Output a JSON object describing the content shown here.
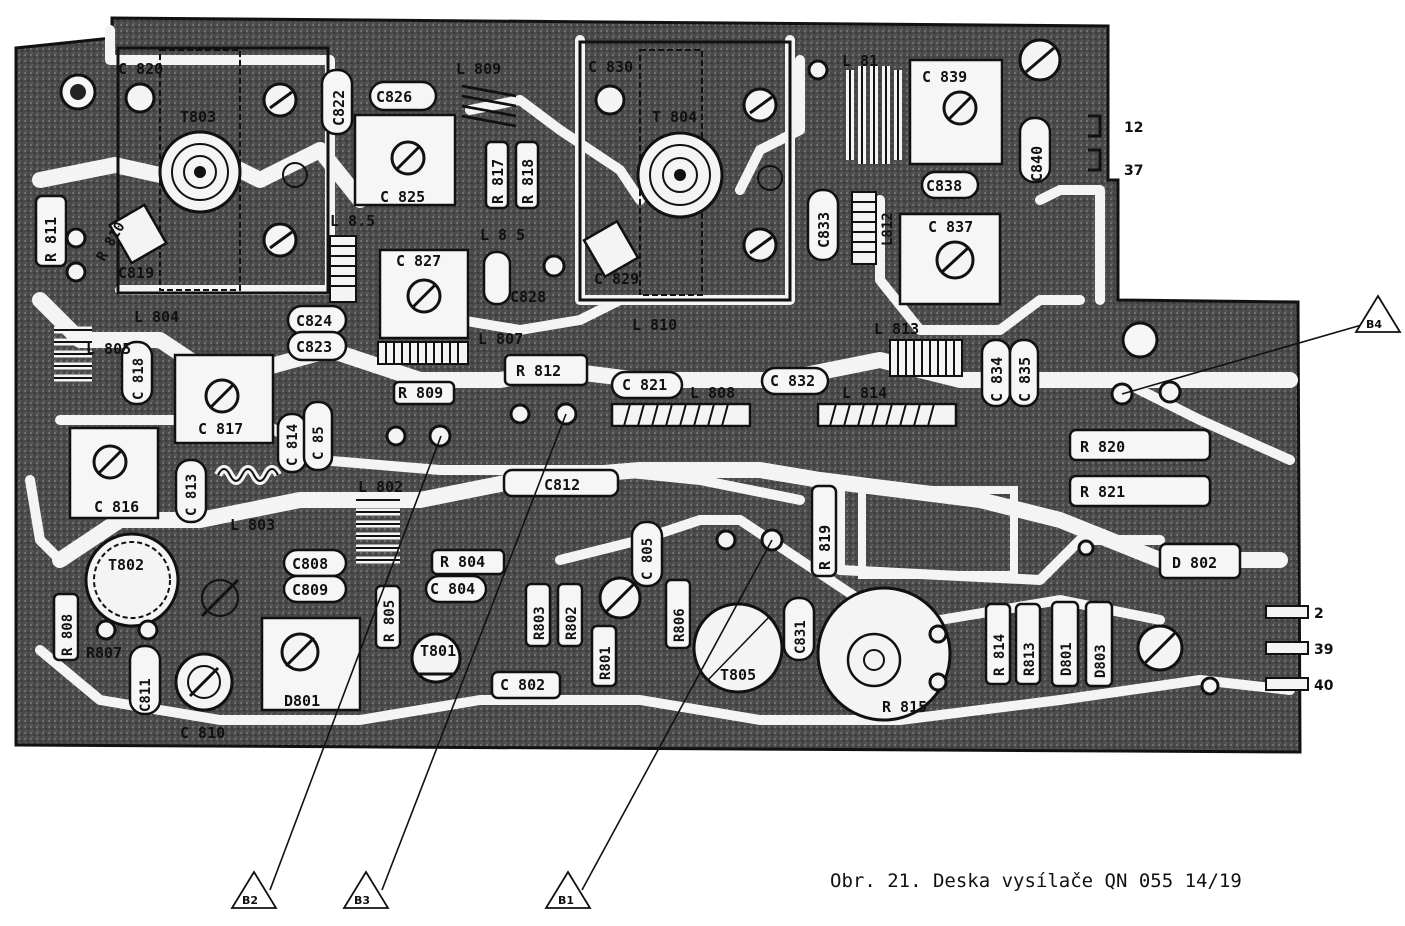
{
  "board": {
    "caption": "Obr. 21. Deska vysílače QN 055 14/19",
    "edge_pins": [
      "12",
      "37",
      "2",
      "39",
      "40"
    ],
    "test_points": [
      "B1",
      "B2",
      "B3",
      "B4"
    ],
    "components": {
      "c820": "C 820",
      "t803": "T803",
      "c822": "C822",
      "c826": "C826",
      "l809": "L 809",
      "c830": "C 830",
      "t804": "T 804",
      "l811": "L 81",
      "c839": "C 839",
      "c840": "C840",
      "r811": "R 811",
      "r810": "R 810",
      "c825": "C 825",
      "l805b": "L 8.5",
      "r817": "R 817",
      "r818": "R 818",
      "c838": "C838",
      "c833": "C833",
      "l812": "L812",
      "c837": "C 837",
      "c819": "C819",
      "c827": "C 827",
      "c828": "C828",
      "c829": "C 829",
      "l815": "L 8 5",
      "l804": "L 804",
      "c824": "C824",
      "c823": "C823",
      "l807": "L 807",
      "l810": "L 810",
      "l813": "L 813",
      "l805": "L 805",
      "c818": "C 818",
      "r812": "R 812",
      "c821": "C 821",
      "c832": "C 832",
      "c834": "C 834",
      "c835": "C 835",
      "r809": "R 809",
      "l808": "L 808",
      "l814": "L 814",
      "c817": "C 817",
      "c814": "C 814",
      "c815": "C 85",
      "r820": "R 820",
      "c813": "C 813",
      "c812": "C812",
      "r821": "R 821",
      "c816": "C 816",
      "l802": "L 802",
      "l803": "L 803",
      "c805": "C 805",
      "r819": "R 819",
      "d802": "D 802",
      "t802": "T802",
      "c808": "C808",
      "c809": "C809",
      "r804": "R 804",
      "c804": "C 804",
      "r808": "R 808",
      "r805": "R 805",
      "r803": "R803",
      "r802": "R802",
      "r806": "R806",
      "c831": "C831",
      "r814": "R 814",
      "r813": "R813",
      "d801": "D801",
      "d803": "D803",
      "r807": "R807",
      "r801": "R801",
      "t801": "T801",
      "t805": "T805",
      "c811": "C811",
      "d801b": "D801",
      "c802": "C 802",
      "r815": "R 815",
      "c810": "C 810"
    }
  }
}
